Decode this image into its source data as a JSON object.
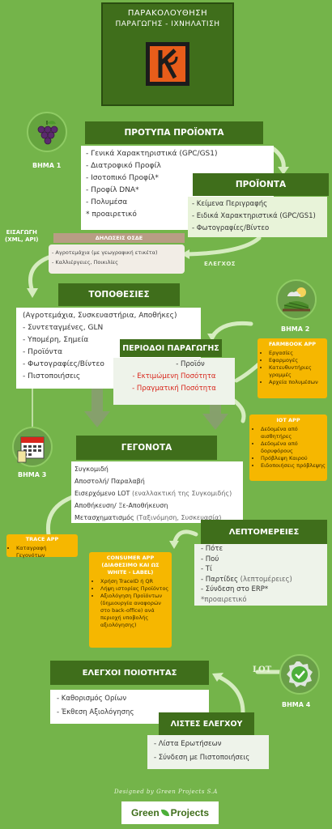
{
  "header": {
    "line1": "ΠΑΡΑΚΟΛΟΥΘΗΣΗ",
    "line2": "ΠΑΡΑΓΩΓΗΣ - ΙΧΝΗΛΑΤΙΣΗ"
  },
  "steps": {
    "s1": "ΒΗΜΑ 1",
    "s2": "ΒΗΜΑ 2",
    "s3": "ΒΗΜΑ 3",
    "s4": "ΒΗΜΑ 4"
  },
  "protypa": {
    "title": "ΠΡΟΤΥΠΑ ΠΡΟΪΟΝΤΑ",
    "items": [
      "- Γενικά Χαρακτηριστικά (GPC/GS1)",
      "- Διατροφικό Προφίλ",
      "- Ισοτοπικό Προφίλ*",
      "- Προφίλ DNA*",
      "- Πολυμέσα",
      "* προαιρετικό"
    ]
  },
  "proionta": {
    "title": "ΠΡΟΪΟΝΤΑ",
    "items": [
      "- Κείμενα Περιγραφής",
      "- Ειδικά Χαρακτηριστικά (GPC/GS1)",
      "- Φωτογραφίες/Βίντεο"
    ]
  },
  "eisagogi": {
    "line1": "ΕΙΣΑΓΩΓΗ",
    "line2": "(XML, API)"
  },
  "oske": {
    "title": "ΔΗΛΩΣΕΙΣ ΟΣΔΕ",
    "items": [
      "- Αγροτεμάχια (με γεωγραφική ετικέτα)",
      "- Καλλιέργειες, Ποικιλίες"
    ]
  },
  "elegxos": "ΕΛΕΓΧΟΣ",
  "topothesies": {
    "title": "ΤΟΠΟΘΕΣΙΕΣ",
    "items": [
      "(Αγροτεμάχια, Συσκευαστήρια, Αποθήκες)",
      "- Συντεταγμένες, GLN",
      "- Υπομέρη, Σημεία",
      "- Προϊόντα",
      "- Φωτογραφίες/Βίντεο",
      "- Πιστοποιήσεις"
    ]
  },
  "periodoi": {
    "title": "ΠΕΡΙΟΔΟΙ ΠΑΡΑΓΩΓΗΣ",
    "item1": "- Προϊόν",
    "item2": "- Εκτιμώμενη Ποσότητα",
    "item3": "- Πραγματική Ποσότητα"
  },
  "farmbook": {
    "title": "FARMBOOK APP",
    "items": [
      "Εργασίες",
      "Εφαρμογές",
      "Κατευθυντήριες γραμμές",
      "Αρχεία πολυμέσων"
    ]
  },
  "iot": {
    "title": "IOT APP",
    "items": [
      "Δεδομένα από αισθητήρες",
      "Δεδομένα από δορυφόρους",
      "Πρόβλεψη Καιρού",
      "Ειδοποιήσεις πρόβλεψης"
    ]
  },
  "gegonota": {
    "title": "ΓΕΓΟΝΟΤΑ",
    "items": [
      {
        "main": "Συγκομιδή",
        "note": ""
      },
      {
        "main": "Αποστολή/ Παραλαβή",
        "note": ""
      },
      {
        "main": "Εισερχόμενο LOT ",
        "note": "(εναλλακτική της Συγκομιδής)"
      },
      {
        "main": "Αποθήκευση/ Ξε-Αποθήκευση",
        "note": ""
      },
      {
        "main": "Μετασχηματισμός ",
        "note": "(Ταξινόμηση, Συσκευασία)"
      }
    ]
  },
  "trace": {
    "title": "TRACE APP",
    "items": [
      "Καταγραφή Γεγονότων"
    ]
  },
  "consumer": {
    "title1": "CONSUMER APP",
    "title2": "(ΔΙΑΘΕΣΙΜΟ ΚΑΙ ΩΣ",
    "title3": "WHITE - LABEL)",
    "items": [
      "Χρήση TraceID ή QR",
      "Λήψη ιστορίας Προϊόντος",
      "Αξιολόγηση Προϊόντων (δημιουργία αναφορών στο back-office) ανά περιοχή υποβολής αξιολόγησης)"
    ]
  },
  "leptomereies": {
    "title": "ΛΕΠΤΟΜΕΡΕΙΕΣ",
    "i1": "- Πότε",
    "i2": "- Πού",
    "i3": "- Τί",
    "i4main": "- Παρτίδες ",
    "i4note": "(λεπτομέρειες)",
    "i5": "- Σύνδεση στο ERP*",
    "i6": "*προαιρετικό"
  },
  "lot": "LOT",
  "elegxoi": {
    "title": "ΕΛΕΓΧΟΙ ΠΟΙΟΤΗΤΑΣ",
    "items": [
      "- Καθορισμός Ορίων",
      "- Έκθεση Αξιολόγησης"
    ]
  },
  "listes": {
    "title": "ΛΙΣΤΕΣ ΕΛΕΓΧΟΥ",
    "items": [
      "- Λίστα Ερωτήσεων",
      "- Σύνδεση με Πιστοποιήσεις"
    ]
  },
  "footer": {
    "designed": "Designed by Green Projects S.A",
    "logo_left": "Green",
    "logo_right": "Projects"
  },
  "colors": {
    "bg": "#74b44a",
    "dark": "#3f6e1b",
    "app": "#f6b700",
    "red": "#d8261c"
  }
}
